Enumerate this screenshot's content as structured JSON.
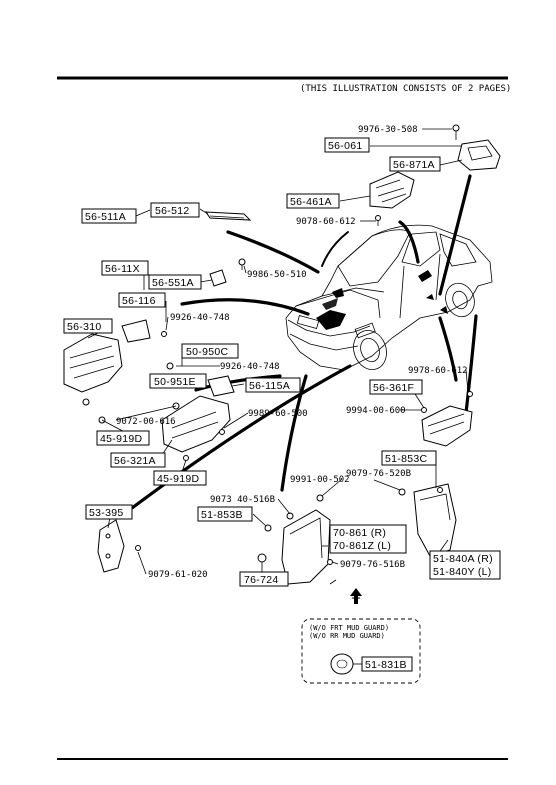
{
  "header": {
    "note": "(THIS ILLUSTRATION CONSISTS OF  2 PAGES)"
  },
  "parts": {
    "p_9976_30_508": "9976-30-508",
    "p_56_061": "56-061",
    "p_56_871a": "56-871A",
    "p_56_461a": "56-461A",
    "p_9078_60_612a": "9078-60-612",
    "p_56_512": "56-512",
    "p_56_511a": "56-511A",
    "p_56_11x": "56-11X",
    "p_56_551a": "56-551A",
    "p_9986_50_510": "9986-50-510",
    "p_56_116": "56-116",
    "p_9926_40_748a": "9926-40-748",
    "p_56_310": "56-310",
    "p_50_950c": "50-950C",
    "p_9926_40_748b": "9926-40-748",
    "p_50_951e": "50-951E",
    "p_56_115a": "56-115A",
    "p_9072_00_616": "9072-00-616",
    "p_9989_60_500": "9989-60-500",
    "p_45_919d_a": "45-919D",
    "p_56_321a": "56-321A",
    "p_45_919d_b": "45-919D",
    "p_9978_60_612": "9978-60-612",
    "p_56_361f": "56-361F",
    "p_9994_00_600": "9994-00-600",
    "p_51_853c": "51-853C",
    "p_9991_00_502": "9991-00-502",
    "p_9079_76_520b": "9079-76-520B",
    "p_9073_40_516b": "9073 40-516B",
    "p_51_853b": "51-853B",
    "p_70_861": "70-861 (R)",
    "p_70_861z": "70-861Z (L)",
    "p_51_840a": "51-840A (R)",
    "p_51_840y": "51-840Y (L)",
    "p_53_395": "53-395",
    "p_9079_61_020": "9079-61-020",
    "p_76_724": "76-724",
    "p_9079_76_516b": "9079-76-516B",
    "p_51_831b": "51-831B"
  },
  "note_box": {
    "line1": "(W/O FRT MUD GUARD)",
    "line2": "(W/O RR MUD GUARD)"
  }
}
